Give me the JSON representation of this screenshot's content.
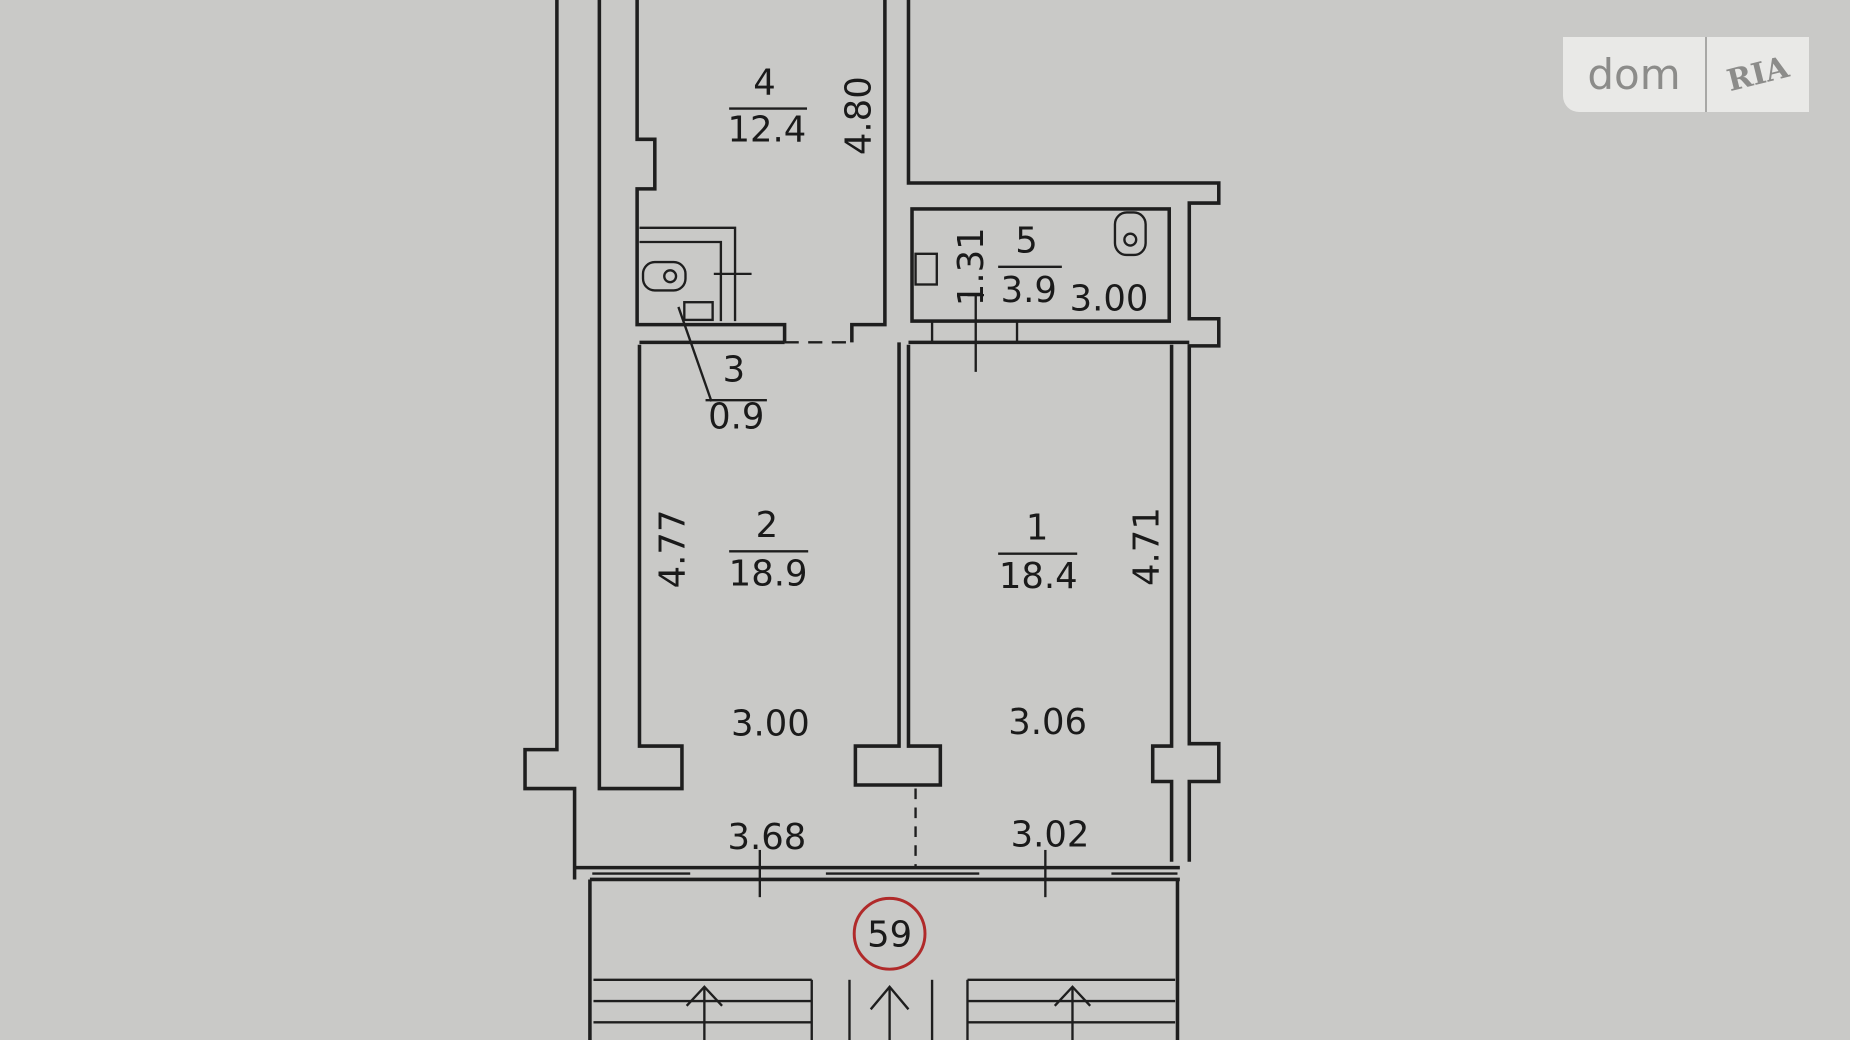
{
  "plan": {
    "rooms": [
      {
        "number": "1",
        "area": "18.4"
      },
      {
        "number": "2",
        "area": "18.9"
      },
      {
        "number": "3",
        "area": "0.9"
      },
      {
        "number": "4",
        "area": "12.4"
      },
      {
        "number": "5",
        "area": "3.9"
      }
    ],
    "dimensions": {
      "room4_length": "4.80",
      "room5_height": "1.31",
      "room5_width": "3.00",
      "room2_length": "4.77",
      "room2_width": "3.00",
      "room1_length": "4.71",
      "room1_width": "3.06",
      "facade_left": "3.68",
      "facade_right": "3.02"
    },
    "building_number": "59"
  },
  "logo": {
    "left": "dom",
    "right": "RIA"
  },
  "colors": {
    "paper": "#c9c9c7",
    "line": "#1e1e1e",
    "marker": "#b02a2a"
  }
}
